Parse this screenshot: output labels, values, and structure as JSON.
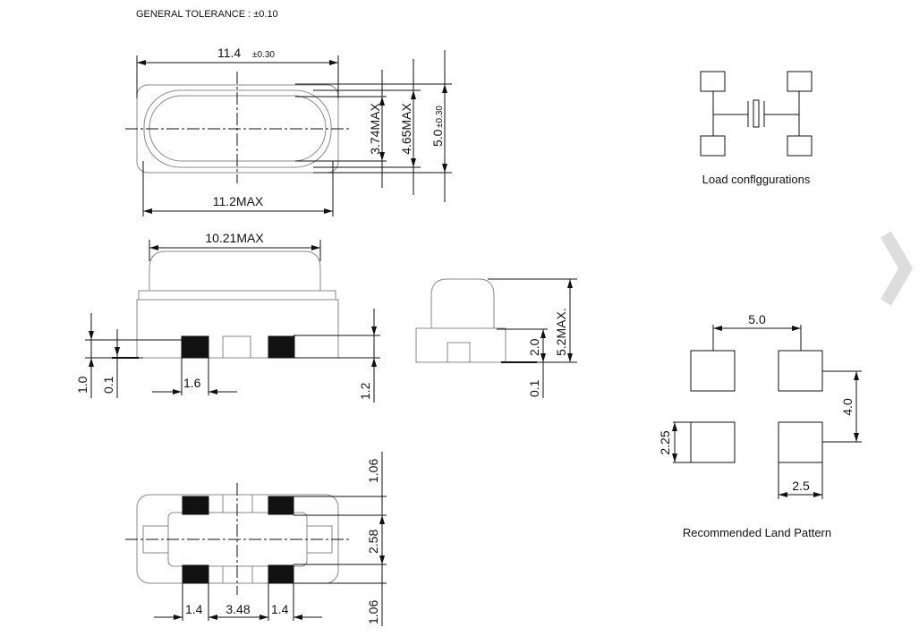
{
  "header": {
    "tolerance": "GENERAL TOLERANCE : ±0.10"
  },
  "top_view": {
    "length": "11.4",
    "length_tol": "±0.30",
    "inner_length": "11.2MAX",
    "h1": "3.74MAX",
    "h2": "4.65MAX",
    "h3": "5.0",
    "h3_tol": "±0.30"
  },
  "side_view": {
    "width": "10.21MAX",
    "d_1_0": "1.0",
    "d_0_1": "0.1",
    "pad": "1.6",
    "d_1_2": "1.2"
  },
  "end_view": {
    "height": "5.2MAX.",
    "base": "2.0",
    "gap": "0.1"
  },
  "bottom_view": {
    "edge_top": "1.06",
    "middle": "2.58",
    "edge_bottom": "1.06",
    "pad_left": "1.4",
    "spacing": "3.48",
    "pad_right": "1.4"
  },
  "load_config": {
    "caption": "Load conflggurations"
  },
  "land_pattern": {
    "pitch_x": "5.0",
    "pitch_y": "4.0",
    "pad_h": "2.25",
    "pad_w": "2.5",
    "caption": "Recommended Land Pattern"
  },
  "colors": {
    "line": "#111111",
    "chevron": "#dddddd"
  }
}
